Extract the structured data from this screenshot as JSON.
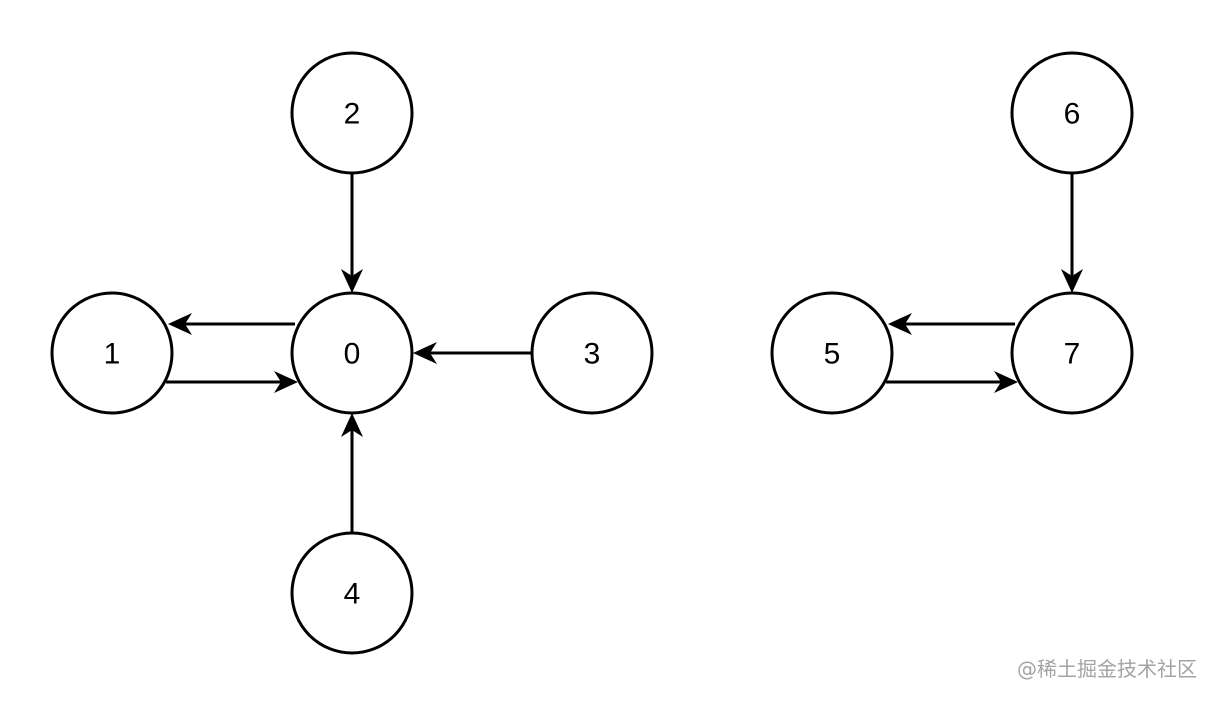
{
  "graph": {
    "nodes": [
      {
        "id": "0",
        "label": "0"
      },
      {
        "id": "1",
        "label": "1"
      },
      {
        "id": "2",
        "label": "2"
      },
      {
        "id": "3",
        "label": "3"
      },
      {
        "id": "4",
        "label": "4"
      },
      {
        "id": "5",
        "label": "5"
      },
      {
        "id": "6",
        "label": "6"
      },
      {
        "id": "7",
        "label": "7"
      }
    ],
    "edges": [
      {
        "from": "2",
        "to": "0"
      },
      {
        "from": "0",
        "to": "1"
      },
      {
        "from": "1",
        "to": "0"
      },
      {
        "from": "3",
        "to": "0"
      },
      {
        "from": "4",
        "to": "0"
      },
      {
        "from": "6",
        "to": "7"
      },
      {
        "from": "7",
        "to": "5"
      },
      {
        "from": "5",
        "to": "7"
      }
    ]
  },
  "watermark": {
    "text": "@稀土掘金技术社区"
  }
}
